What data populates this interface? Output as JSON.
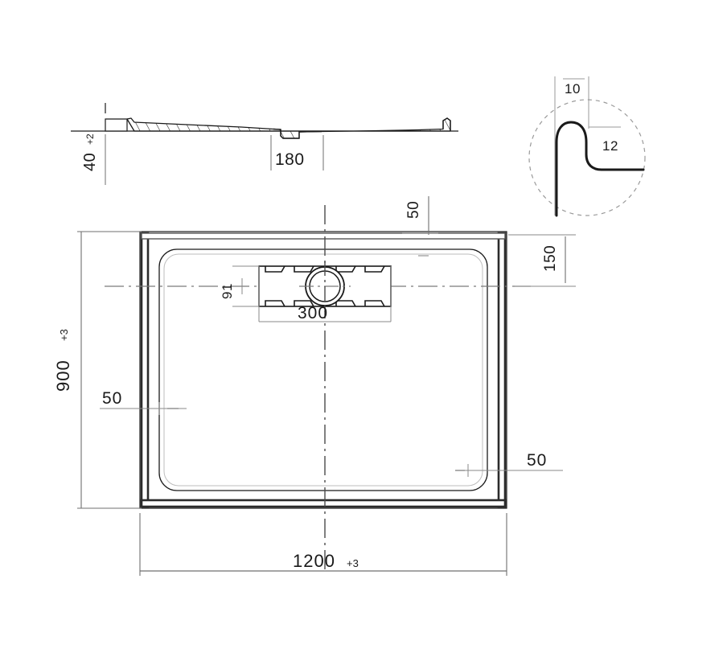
{
  "drawing": {
    "title": "Shower tray technical drawing",
    "units": "mm",
    "line_color": "#1a1a1a",
    "thin_color": "#8a8a8a",
    "accent_color": "#2b2b2b"
  },
  "section_view": {
    "name": "side-section",
    "height_label": "40",
    "height_tol": "+2",
    "drain_width_label": "180"
  },
  "detail_view": {
    "name": "edge-detail-circle",
    "top_label": "10",
    "right_label": "12"
  },
  "plan_view": {
    "name": "top-plan",
    "overall_width_label": "1200",
    "overall_width_tol": "+3",
    "overall_height_label": "900",
    "overall_height_tol": "+3",
    "grate_width_label": "300",
    "grate_height_label": "91",
    "drain_offset_top_label": "150",
    "edge_top_label": "50",
    "edge_left_label": "50",
    "edge_right_label": "50"
  }
}
